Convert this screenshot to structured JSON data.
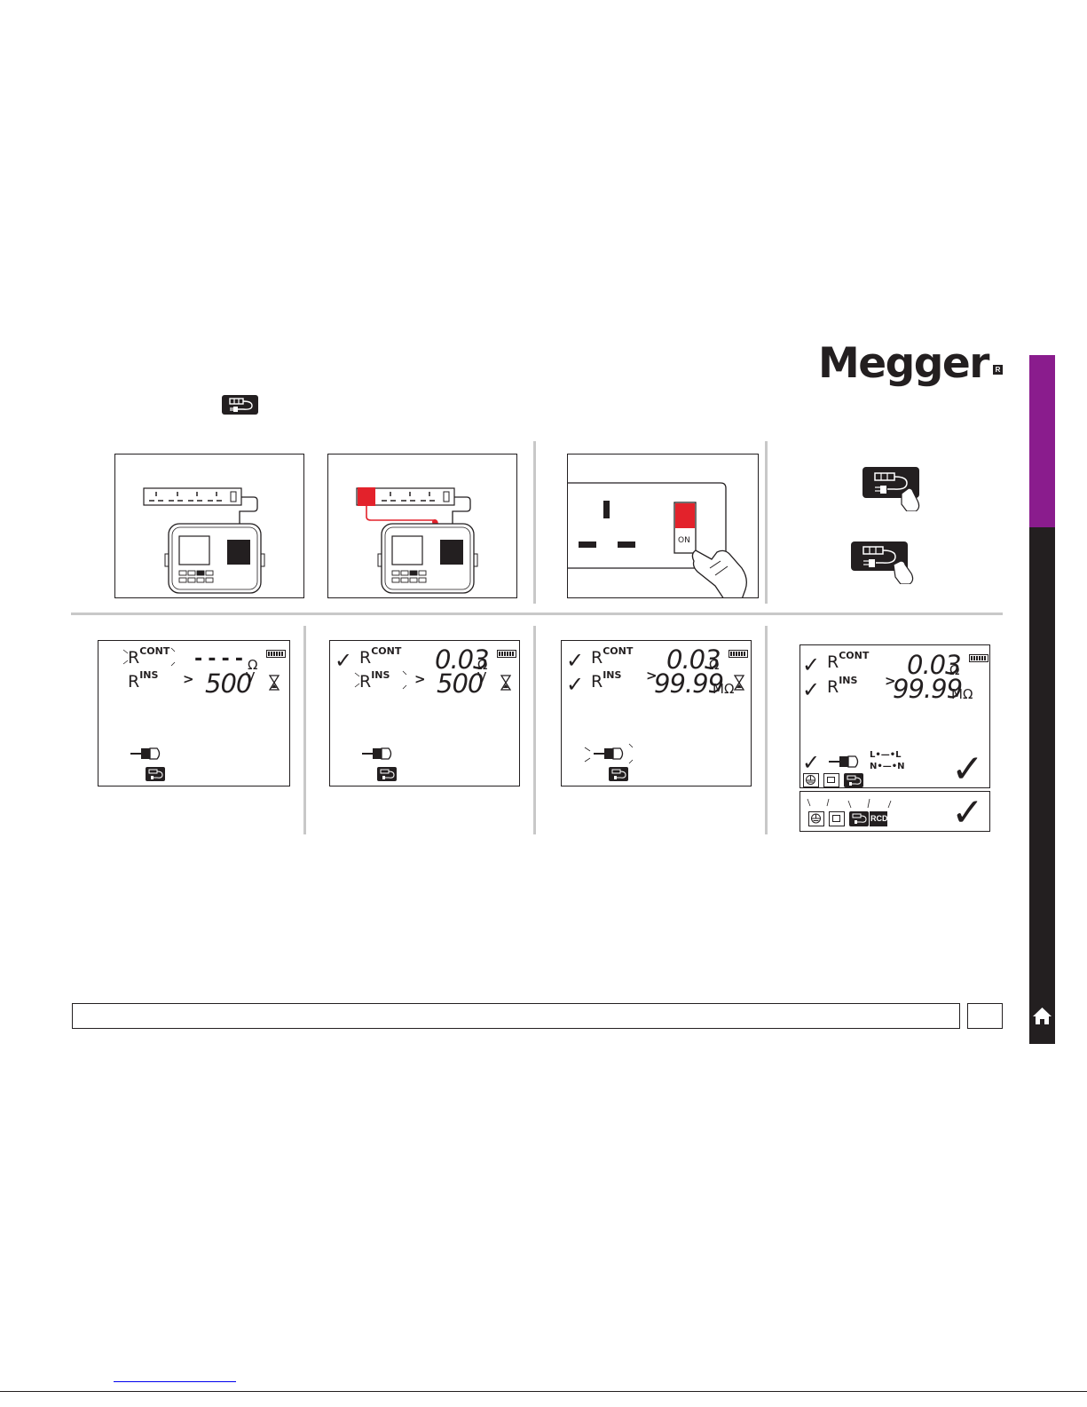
{
  "brand": {
    "logo_text": "Megger",
    "registered_mark": "R"
  },
  "colors": {
    "accent_purple": "#8a1c8d",
    "dark": "#231f20",
    "red": "#e3222b",
    "divider": "#c8c8c8"
  },
  "icons": {
    "header": "pat-key-icon",
    "nav": "home-icon",
    "key_press": "pat-key-press-icon"
  },
  "steps": {
    "switch_label": "ON",
    "lcd": {
      "r_label": "R",
      "cont_label": "CONT",
      "ins_label": "INS",
      "gt": ">",
      "check": "✓",
      "ohm": "Ω",
      "volt": "V",
      "megohm": "MΩ",
      "dashes": "----",
      "val_500": "500",
      "val_003": "0.03",
      "val_9999": "99.99",
      "ll": "L•—•L",
      "nn": "N•—•N",
      "rcd": "RCD"
    }
  }
}
